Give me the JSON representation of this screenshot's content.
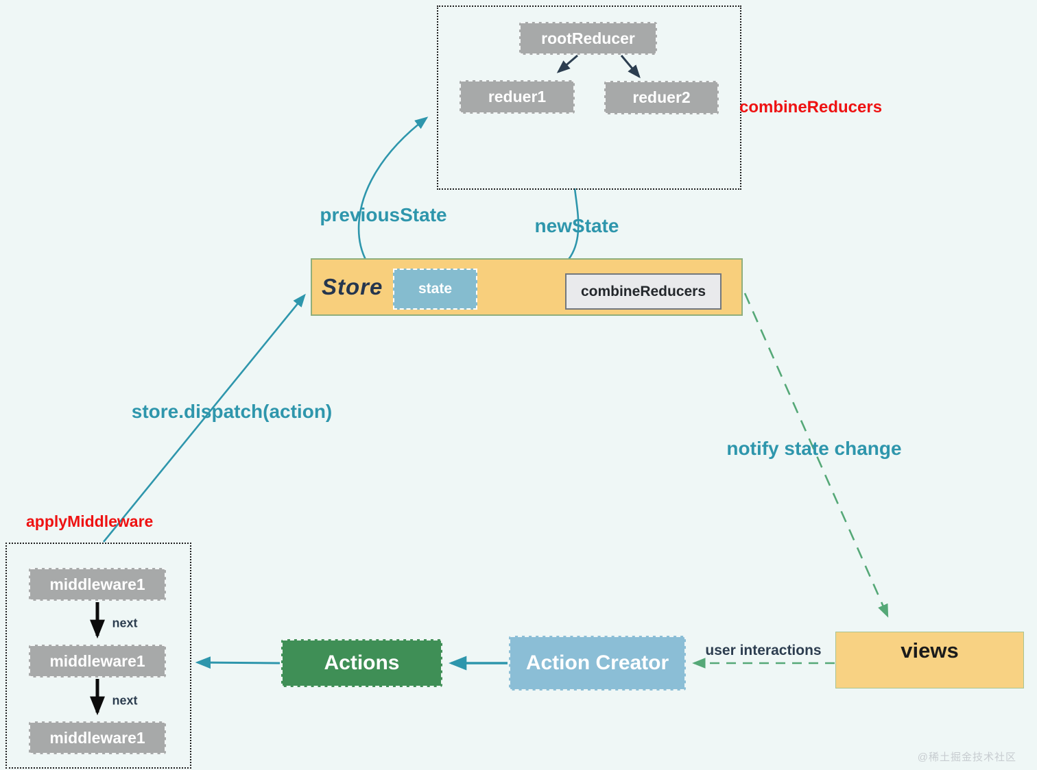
{
  "reducers_group": {
    "root_label": "rootReducer",
    "children": [
      "reduer1",
      "reduer2"
    ],
    "group_label": "combineReducers"
  },
  "store": {
    "title": "Store",
    "state_label": "state",
    "combine_label": "combineReducers"
  },
  "middleware_group": {
    "group_label": "applyMiddleware",
    "items": [
      "middleware1",
      "middleware1",
      "middleware1"
    ],
    "next_label": "next"
  },
  "flow": {
    "actions_label": "Actions",
    "action_creator_label": "Action Creator",
    "views_label": "views"
  },
  "labels": {
    "previous_state": "previousState",
    "new_state": "newState",
    "dispatch": "store.dispatch(action)",
    "notify": "notify state change",
    "user_interactions": "user interactions"
  },
  "watermark": "@稀土掘金技术社区",
  "colors": {
    "background": "#eff7f6",
    "teal_accent": "#2e96ac",
    "red_accent": "#ee1212",
    "green_dashed": "#55a877",
    "navy_arrow": "#2c3e50",
    "store_fill": "#f8cf7c",
    "views_fill": "#f8d283",
    "state_fill": "#85bccf",
    "actions_fill": "#3f8f56",
    "action_creator_fill": "#8bbed6",
    "gray_node_fill": "#a7a9a9"
  }
}
